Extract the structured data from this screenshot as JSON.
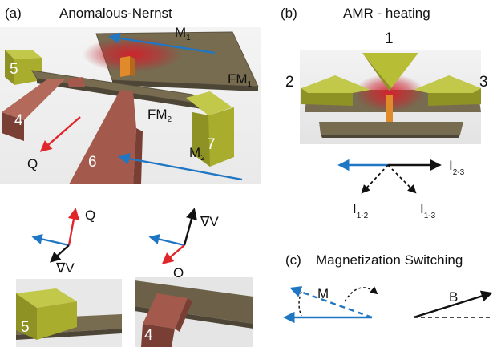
{
  "panel_a": {
    "tag": "(a)",
    "title": "Anomalous-Nernst",
    "m1": "M",
    "m1_sub": "1",
    "m2": "M",
    "m2_sub": "2",
    "fm1": "FM",
    "fm1_sub": "1",
    "fm2": "FM",
    "fm2_sub": "2",
    "q": "Q",
    "contacts": [
      "5",
      "4",
      "6",
      "7"
    ],
    "inset_left": {
      "q": "Q",
      "grad": "∇V",
      "contact": "5"
    },
    "inset_right": {
      "q": "Q",
      "grad": "∇V",
      "contact": "4"
    }
  },
  "panel_b": {
    "tag": "(b)",
    "title": "AMR - heating",
    "contacts": [
      "1",
      "2",
      "3"
    ],
    "i23": "I",
    "i23_sub": "2-3",
    "i12": "I",
    "i12_sub": "1-2",
    "i13": "I",
    "i13_sub": "1-3"
  },
  "panel_c": {
    "tag": "(c)",
    "title": "Magnetization Switching",
    "m": "M",
    "b": "B"
  },
  "colors": {
    "blue_arrow": "#1f77c4",
    "red_arrow": "#e0262b",
    "olive_contact": "#a8ad2e",
    "brick_contact": "#a35a4c",
    "strip": "#776b50",
    "pillar": "#e08a2a",
    "heat": "#d0202a"
  }
}
